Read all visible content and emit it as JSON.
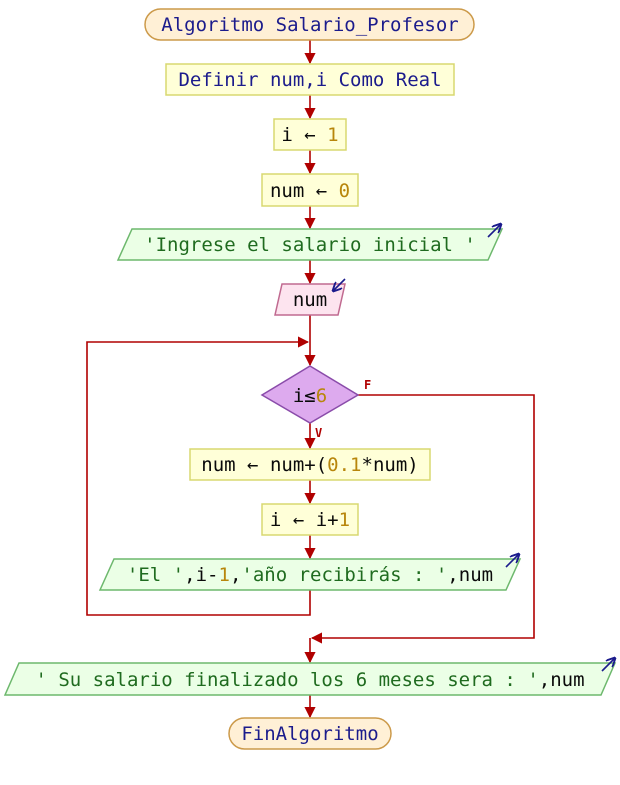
{
  "start": {
    "text": "Algoritmo Salario_Profesor"
  },
  "define": {
    "parts": [
      {
        "t": "Definir num,i Como Real",
        "c": "kw"
      }
    ]
  },
  "assign_i": {
    "parts": [
      {
        "t": "i ",
        "c": "var"
      },
      {
        "t": "← ",
        "c": "op"
      },
      {
        "t": "1",
        "c": "num"
      }
    ]
  },
  "assign_num": {
    "parts": [
      {
        "t": "num ",
        "c": "var"
      },
      {
        "t": "← ",
        "c": "op"
      },
      {
        "t": "0",
        "c": "num"
      }
    ]
  },
  "output1": {
    "parts": [
      {
        "t": "'Ingrese el salario inicial '",
        "c": "str"
      }
    ]
  },
  "input1": {
    "text": "num"
  },
  "decision": {
    "parts": [
      {
        "t": "i",
        "c": "var"
      },
      {
        "t": "≤",
        "c": "op"
      },
      {
        "t": "6",
        "c": "num"
      }
    ],
    "false_label": "F",
    "true_label": "V"
  },
  "loop_assign_num": {
    "parts": [
      {
        "t": "num ",
        "c": "var"
      },
      {
        "t": "← ",
        "c": "op"
      },
      {
        "t": "num",
        "c": "var"
      },
      {
        "t": "+(",
        "c": "op"
      },
      {
        "t": "0.1",
        "c": "num"
      },
      {
        "t": "*",
        "c": "op"
      },
      {
        "t": "num",
        "c": "var"
      },
      {
        "t": ")",
        "c": "op"
      }
    ]
  },
  "loop_assign_i": {
    "parts": [
      {
        "t": "i ",
        "c": "var"
      },
      {
        "t": "← ",
        "c": "op"
      },
      {
        "t": "i",
        "c": "var"
      },
      {
        "t": "+",
        "c": "op"
      },
      {
        "t": "1",
        "c": "num"
      }
    ]
  },
  "loop_output": {
    "parts": [
      {
        "t": "'El '",
        "c": "str"
      },
      {
        "t": ",",
        "c": "op"
      },
      {
        "t": "i",
        "c": "var"
      },
      {
        "t": "-",
        "c": "op"
      },
      {
        "t": "1",
        "c": "num"
      },
      {
        "t": ",",
        "c": "op"
      },
      {
        "t": "'año recibirás : '",
        "c": "str"
      },
      {
        "t": ",",
        "c": "op"
      },
      {
        "t": "num",
        "c": "var"
      }
    ]
  },
  "final_output": {
    "parts": [
      {
        "t": "' Su salario finalizado los 6 meses sera : '",
        "c": "str"
      },
      {
        "t": ",",
        "c": "op"
      },
      {
        "t": "num",
        "c": "var"
      }
    ]
  },
  "end": {
    "text": "FinAlgoritmo"
  },
  "colors": {
    "kw": "#1b1b8c",
    "var": "#0a0a0a",
    "op": "#0a0a0a",
    "num": "#b8860b",
    "str": "#1f6b1f",
    "line": "#b00000",
    "process_fill": "#ffffd8",
    "process_stroke": "#d8d870",
    "io_fill": "#ebffe6",
    "io_stroke": "#6db86d",
    "input_fill": "#fde4ef",
    "input_stroke": "#c06a90",
    "decision_fill": "#ddaaee",
    "decision_stroke": "#8a4caa",
    "terminal_fill": "#fff0d6",
    "terminal_stroke": "#cc9a4a"
  }
}
